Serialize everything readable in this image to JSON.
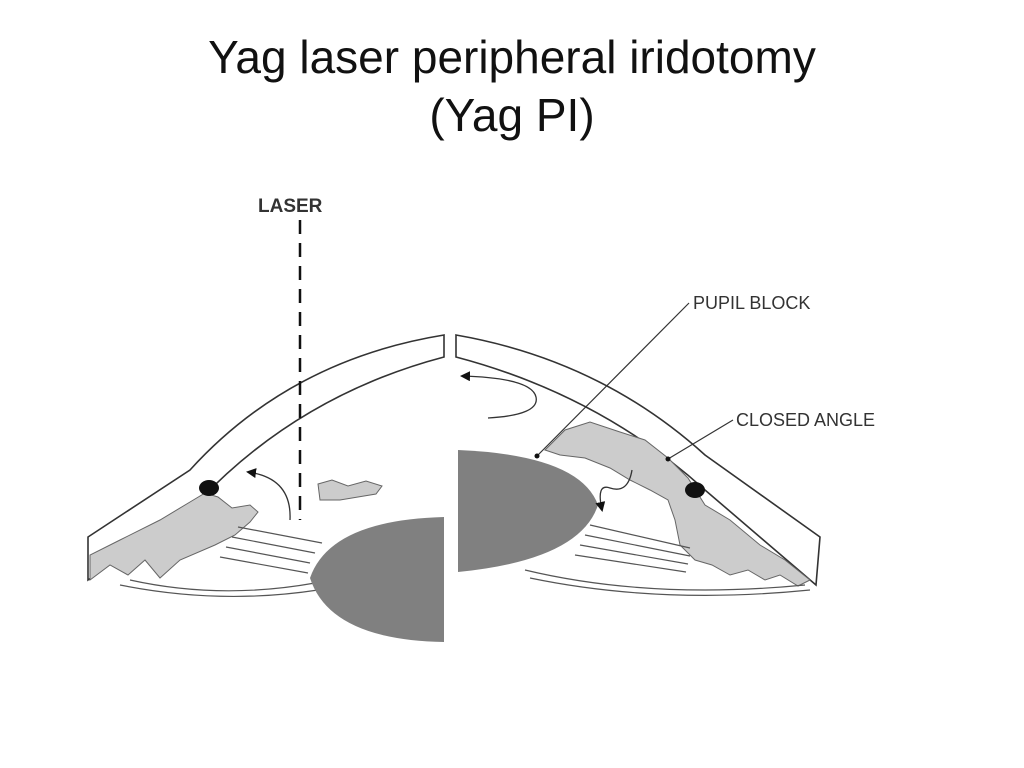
{
  "slide": {
    "title_line1": "Yag laser peripheral iridotomy",
    "title_line2": "(Yag PI)"
  },
  "diagram": {
    "labels": {
      "laser": "LASER",
      "pupil_block": "PUPIL BLOCK",
      "closed_angle": "CLOSED ANGLE"
    },
    "colors": {
      "lens": "#808080",
      "iris": "#cccccc",
      "outline": "#333333",
      "background": "#ffffff"
    }
  }
}
